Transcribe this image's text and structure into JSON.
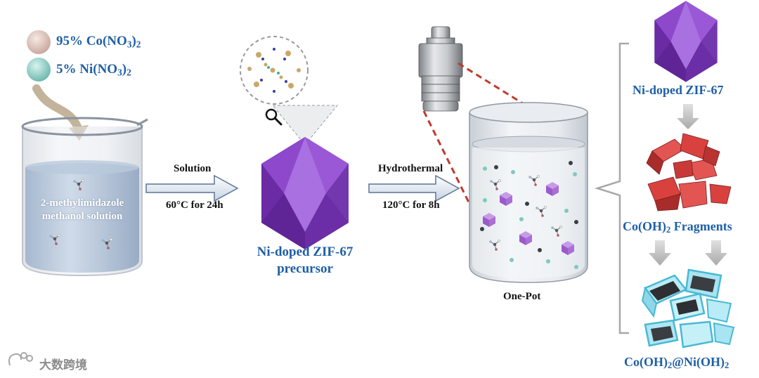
{
  "reagents": {
    "co": {
      "percent": "95%",
      "name": "Co(NO",
      "sub": "3",
      "close": ")",
      "sub2": "2"
    },
    "ni": {
      "percent": "5%",
      "name": "Ni(NO",
      "sub": "3",
      "close": ")",
      "sub2": "2"
    }
  },
  "beaker": {
    "line1": "2-methylimidazole",
    "line2": "methanol solution"
  },
  "step1": {
    "top": "Solution",
    "bottom": "60°C for 24h"
  },
  "precursor": {
    "line1": "Ni-doped ZIF-67",
    "line2": "precursor"
  },
  "step2": {
    "top": "Hydrothermal",
    "bottom": "120°C for 8h"
  },
  "pot": {
    "label": "One-Pot"
  },
  "right": {
    "zif": "Ni-doped ZIF-67",
    "frag": {
      "pre": "Co(OH)",
      "sub": "2",
      "post": " Fragments"
    },
    "core": {
      "pre": "Co(OH)",
      "sub1": "2",
      "mid": "@Ni(OH)",
      "sub2": "2"
    }
  },
  "watermark": {
    "text": "大数跨境"
  },
  "colors": {
    "label_blue": "#1f5fa6",
    "zif_purple": "#8a44c9",
    "co_fragment_red": "#d9413f",
    "niohx_cyan": "#9fe0ee"
  }
}
